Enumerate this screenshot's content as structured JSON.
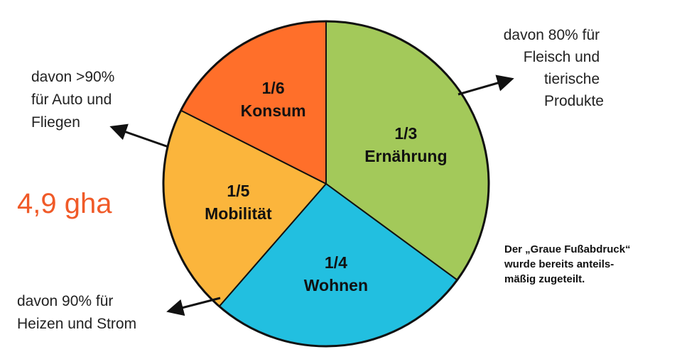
{
  "chart_data": {
    "type": "pie",
    "title": "",
    "total_label": "4,9 gha",
    "slices": [
      {
        "fraction_label": "1/3",
        "name": "Ernährung",
        "value": 0.3333,
        "color": "#A3C95A",
        "note": [
          "davon 80% für",
          "Fleisch und",
          "tierische",
          "Produkte"
        ]
      },
      {
        "fraction_label": "1/4",
        "name": "Wohnen",
        "value": 0.25,
        "color": "#22BFE0",
        "note": [
          "davon 90% für",
          "Heizen und Strom"
        ]
      },
      {
        "fraction_label": "1/5",
        "name": "Mobilität",
        "value": 0.2,
        "color": "#FBB53C",
        "note": [
          "davon >90%",
          "für Auto und",
          "Fliegen"
        ]
      },
      {
        "fraction_label": "1/6",
        "name": "Konsum",
        "value": 0.1667,
        "color": "#FF6F2A",
        "note": []
      }
    ],
    "footnote": [
      "Der „Graue Fußabdruck“",
      "wurde bereits anteils-",
      "mäßig zugeteilt."
    ]
  }
}
